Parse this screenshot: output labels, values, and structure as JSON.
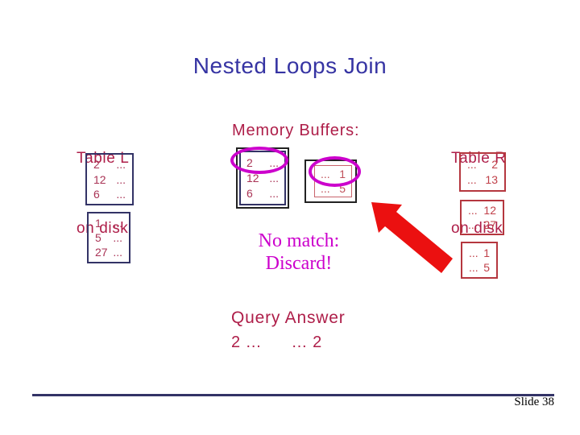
{
  "slide": {
    "title": "Nested Loops Join",
    "footer": {
      "slide_label": "Slide 38"
    }
  },
  "colors": {
    "title_blue": "#3634a3",
    "label_crimson": "#ae1e49",
    "table_l_text": "#a93355",
    "table_r_text": "#c04049",
    "navy_border": "#333366",
    "red_border": "#b5373f",
    "highlight_magenta": "#cc00cc",
    "arrow_red": "#eb1010"
  },
  "table_l": {
    "title": "Table L",
    "subtitle": "on disk",
    "pages": [
      {
        "rows": [
          {
            "left": "2",
            "right": "..."
          },
          {
            "left": "12",
            "right": "..."
          },
          {
            "left": "6",
            "right": "..."
          }
        ]
      },
      {
        "rows": [
          {
            "left": "1",
            "right": "..."
          },
          {
            "left": "5",
            "right": "..."
          },
          {
            "left": "27",
            "right": "..."
          }
        ]
      }
    ]
  },
  "memory": {
    "label": "Memory Buffers:",
    "input_buffer": {
      "rows": [
        {
          "left": "2",
          "right": "..."
        },
        {
          "left": "12",
          "right": "..."
        },
        {
          "left": "6",
          "right": "..."
        }
      ]
    },
    "probe_buffer": {
      "rows": [
        {
          "left": "...",
          "right": "1"
        },
        {
          "left": "...",
          "right": "5"
        }
      ]
    }
  },
  "table_r": {
    "title": "Table R",
    "subtitle": "on disk",
    "pages": [
      {
        "rows": [
          {
            "left": "...",
            "right": "2"
          },
          {
            "left": "...",
            "right": "13"
          }
        ]
      },
      {
        "rows": [
          {
            "left": "...",
            "right": "12"
          },
          {
            "left": "...",
            "right": "27"
          }
        ]
      },
      {
        "rows": [
          {
            "left": "...",
            "right": "1"
          },
          {
            "left": "...",
            "right": "5"
          }
        ]
      }
    ]
  },
  "annotations": {
    "no_match_line1": "No match:",
    "no_match_line2": "Discard!",
    "query_answer_label": "Query Answer",
    "query_answer_value": "2 …      … 2"
  }
}
